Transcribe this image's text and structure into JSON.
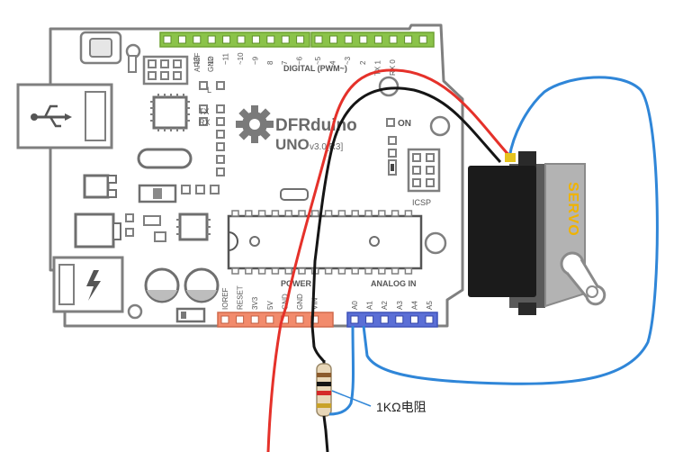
{
  "board": {
    "brand": "DFRduino",
    "model": "UNO",
    "version": "v3.0[R3]",
    "on_label": "ON",
    "icsp_label": "ICSP",
    "l_label": "L",
    "tx_label": "TX",
    "rx_label": "RX",
    "aref_label": "AREF",
    "gnd_label": "GND",
    "digital_pin_labels": [
      "13",
      "12",
      "~11",
      "~10",
      "~9",
      "8",
      "7",
      "~6",
      "~5",
      "4",
      "~3",
      "2",
      "TX 1",
      "RX 0"
    ],
    "digital_header_label": "DIGITAL (PWM~)",
    "power_header_label": "POWER",
    "power_pin_labels": [
      "IOREF",
      "RESET",
      "3V3",
      "5V",
      "GND",
      "GND",
      "VIN"
    ],
    "analog_header_label": "ANALOG IN",
    "analog_pin_labels": [
      "A0",
      "A1",
      "A2",
      "A3",
      "A4",
      "A5"
    ]
  },
  "servo": {
    "label": "SERVO"
  },
  "resistor": {
    "label": "1KΩ电阻"
  },
  "colors": {
    "board_outline": "#7f7f7f",
    "digital_header": "#8bc34a",
    "power_header": "#f28b6c",
    "analog_header": "#5b6fd6",
    "wire_red": "#e5312a",
    "wire_black": "#151515",
    "wire_blue": "#2f86d8",
    "servo_body": "#1b1b1b",
    "servo_label": "#f0b300"
  }
}
